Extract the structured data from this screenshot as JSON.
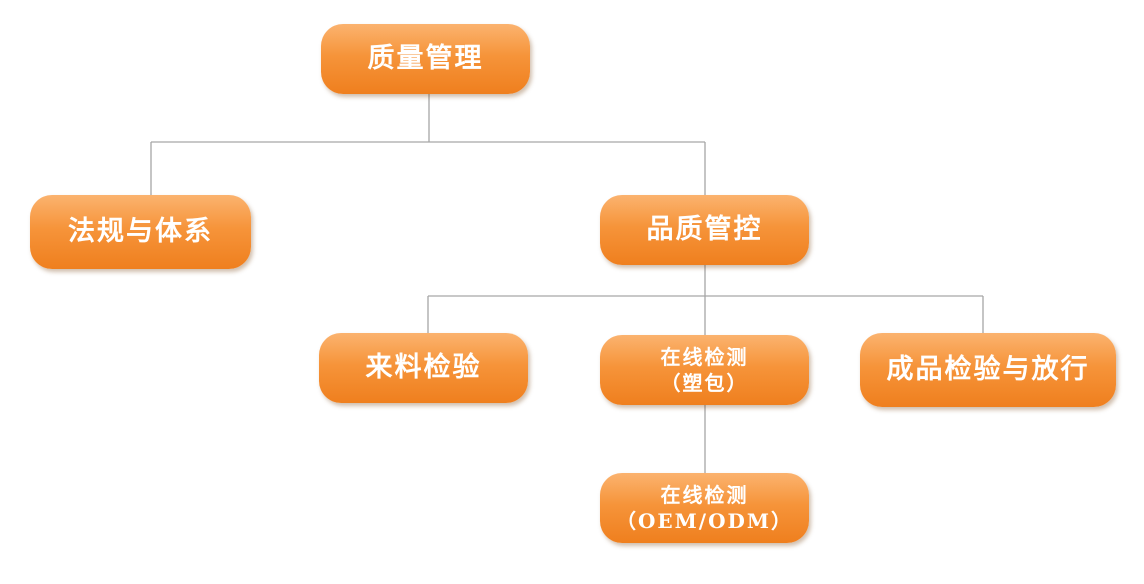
{
  "diagram": {
    "root": {
      "label": "质量管理"
    },
    "regulation": {
      "label": "法规与体系"
    },
    "quality_control": {
      "label": "品质管控"
    },
    "incoming": {
      "label": "来料检验"
    },
    "inline_packaging": {
      "line1": "在线检测",
      "line2": "（塑包）"
    },
    "final_release": {
      "label": "成品检验与放行"
    },
    "inline_oem": {
      "line1": "在线检测",
      "line2": "（OEM/ODM）"
    }
  },
  "colors": {
    "node_fill": "#f6943a",
    "node_text": "#ffffff",
    "connector": "#a6a6a6"
  }
}
